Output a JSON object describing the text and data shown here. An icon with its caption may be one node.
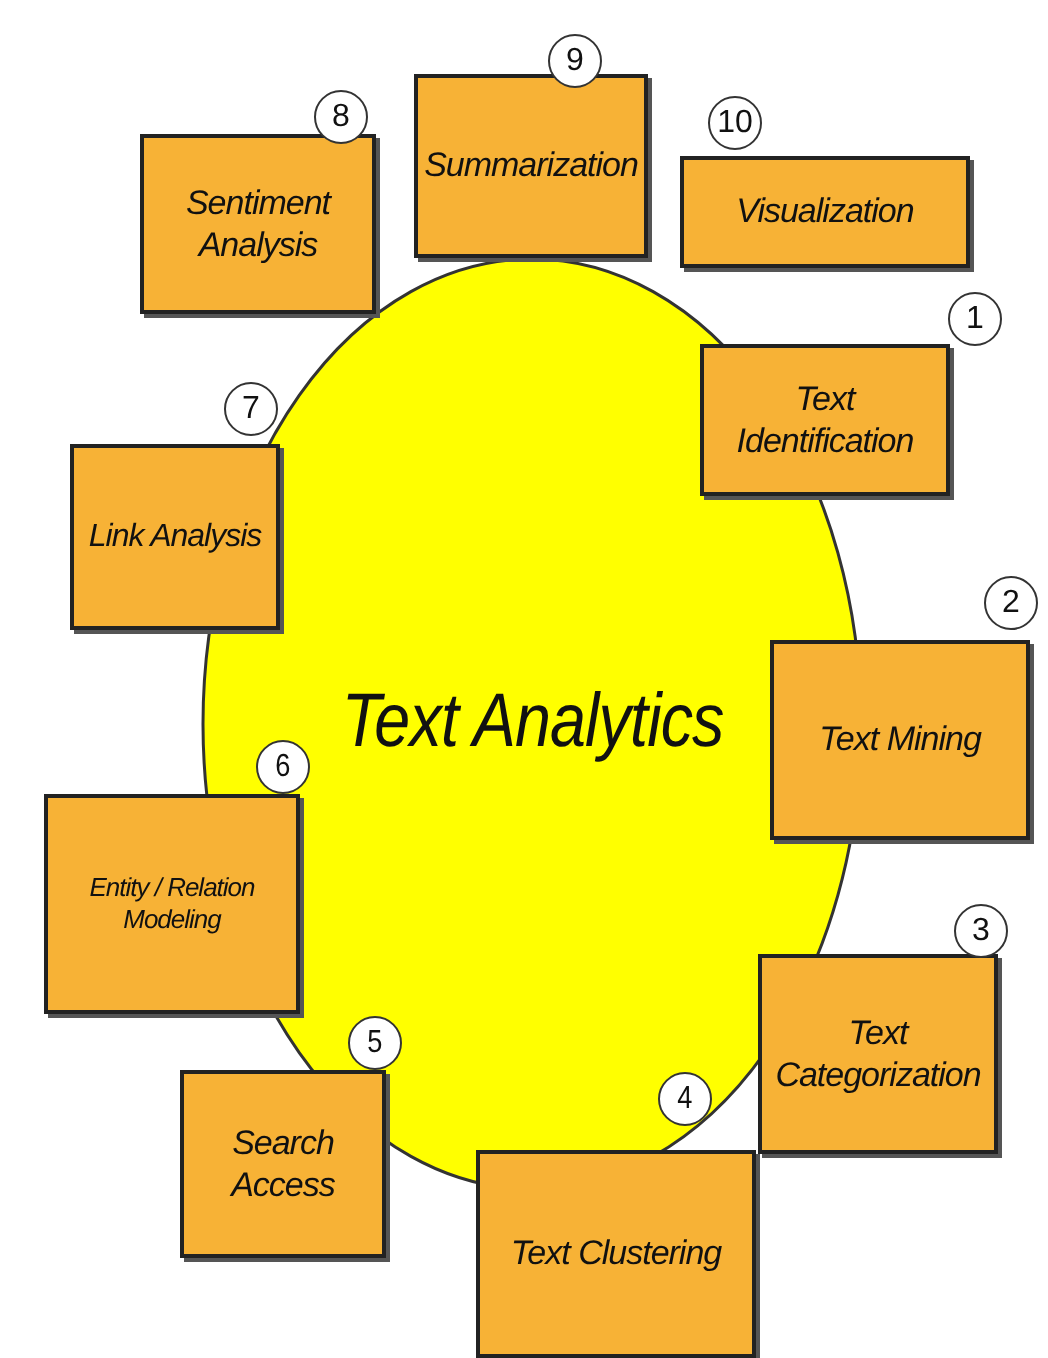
{
  "diagram": {
    "nodes": [
      {
        "text": [
          "Text Analytics"
        ]
      },
      {
        "text": [
          "Text Identification"
        ]
      },
      {
        "text": [
          "1"
        ]
      },
      {
        "text": [
          "Text Mining"
        ]
      },
      {
        "text": [
          "2"
        ]
      },
      {
        "text": [
          "Text Categorization"
        ]
      },
      {
        "text": [
          "3"
        ]
      },
      {
        "text": [
          "Text Clustering"
        ]
      },
      {
        "text": [
          "4"
        ],
        "in": 0
      },
      {
        "text": [
          "Search Access"
        ]
      },
      {
        "text": [
          "5"
        ],
        "in": 0
      },
      {
        "text": [
          "Entity / Relation Modeling"
        ]
      },
      {
        "text": [
          "6"
        ],
        "in": 0
      },
      {
        "text": [
          "Link Analysis"
        ]
      },
      {
        "text": [
          "7"
        ]
      },
      {
        "text": [
          "Sentiment Analysis"
        ]
      },
      {
        "text": [
          "8"
        ]
      },
      {
        "text": [
          "Summarization"
        ]
      },
      {
        "text": [
          "9"
        ]
      },
      {
        "text": [
          "Visualization"
        ]
      },
      {
        "text": [
          "10"
        ]
      }
    ],
    "edges": []
  }
}
